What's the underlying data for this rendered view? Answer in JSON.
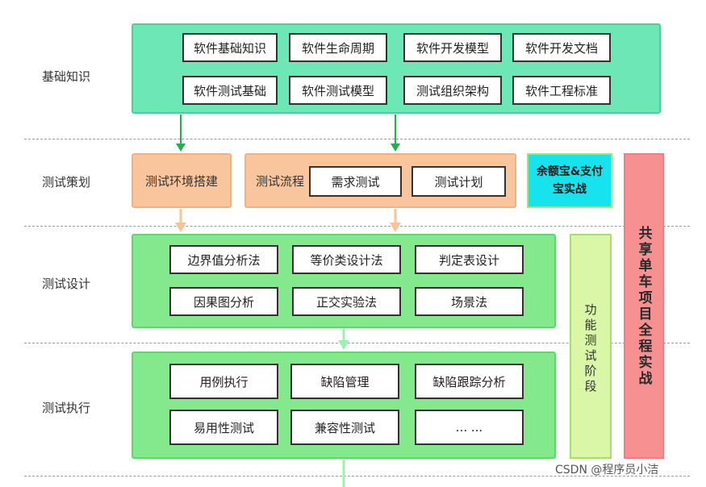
{
  "rows": {
    "basics": "基础知识",
    "planning": "测试策划",
    "design": "测试设计",
    "execution": "测试执行"
  },
  "basics_items": [
    "软件基础知识",
    "软件生命周期",
    "软件开发模型",
    "软件开发文档",
    "软件测试基础",
    "软件测试模型",
    "测试组织架构",
    "软件工程标准"
  ],
  "planning": {
    "env": "测试环境搭建",
    "process": "测试流程",
    "requirements": "需求测试",
    "plan": "测试计划",
    "practice": "余额宝&支付宝实战"
  },
  "design_items": [
    "边界值分析法",
    "等价类设计法",
    "判定表设计",
    "因果图分析",
    "正交实验法",
    "场景法"
  ],
  "execution_items": [
    "用例执行",
    "缺陷管理",
    "缺陷跟踪分析",
    "易用性测试",
    "兼容性测试",
    "... ..."
  ],
  "side": {
    "functional_stage": "功能测试阶段",
    "project": "共享单车项目全程实战"
  },
  "watermark": "CSDN @程序员小洁",
  "colors": {
    "teal_panel": "#6ee7b7",
    "green_panel": "#84e98c",
    "orange_panel": "#f9c59c",
    "cyan_box": "#17e3ef",
    "functional_panel": "#d9f7a6",
    "project_panel": "#f79191",
    "green_arrow": "#22b14c",
    "orange_arrow": "#f6c39a",
    "light_green_arrow": "#9ff0b0"
  }
}
